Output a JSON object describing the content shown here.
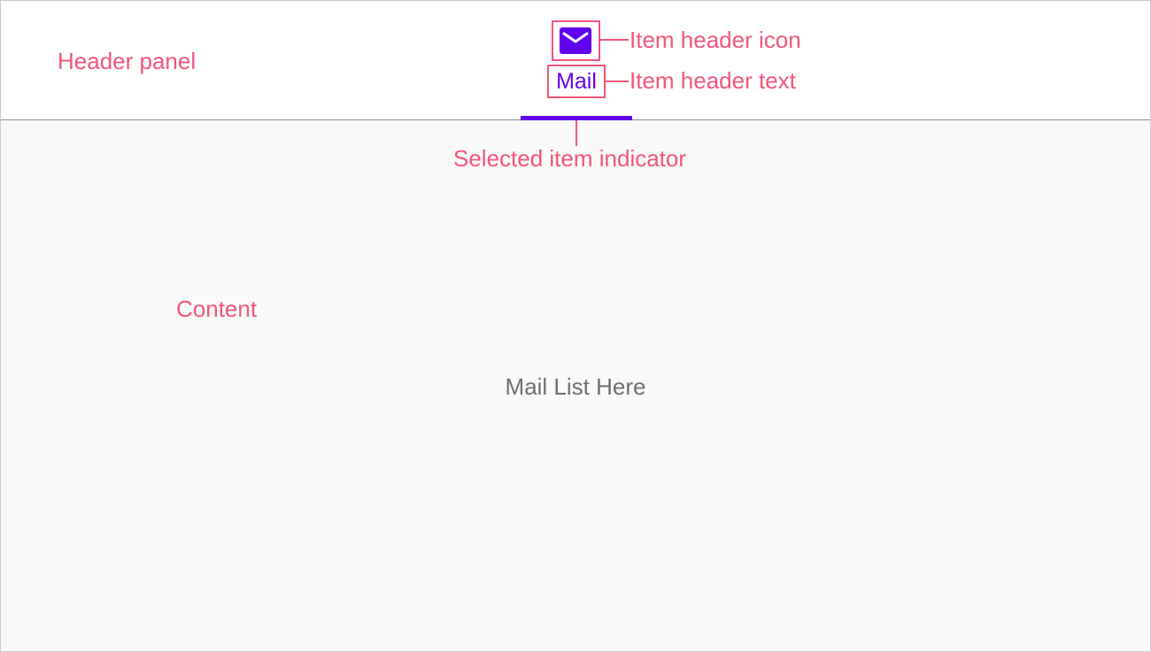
{
  "tab": {
    "label": "Mail",
    "icon": "mail-icon",
    "accent_color": "#6200ee"
  },
  "content": {
    "text": "Mail List Here"
  },
  "annotations": {
    "header_panel": "Header panel",
    "item_header_icon": "Item header icon",
    "item_header_text": "Item header text",
    "selected_item_indicator": "Selected item indicator",
    "content": "Content"
  },
  "colors": {
    "annotation": "#f2557a",
    "header_background": "#ffffff",
    "content_background": "#f9f9f9",
    "content_text": "#6f6f6f"
  }
}
